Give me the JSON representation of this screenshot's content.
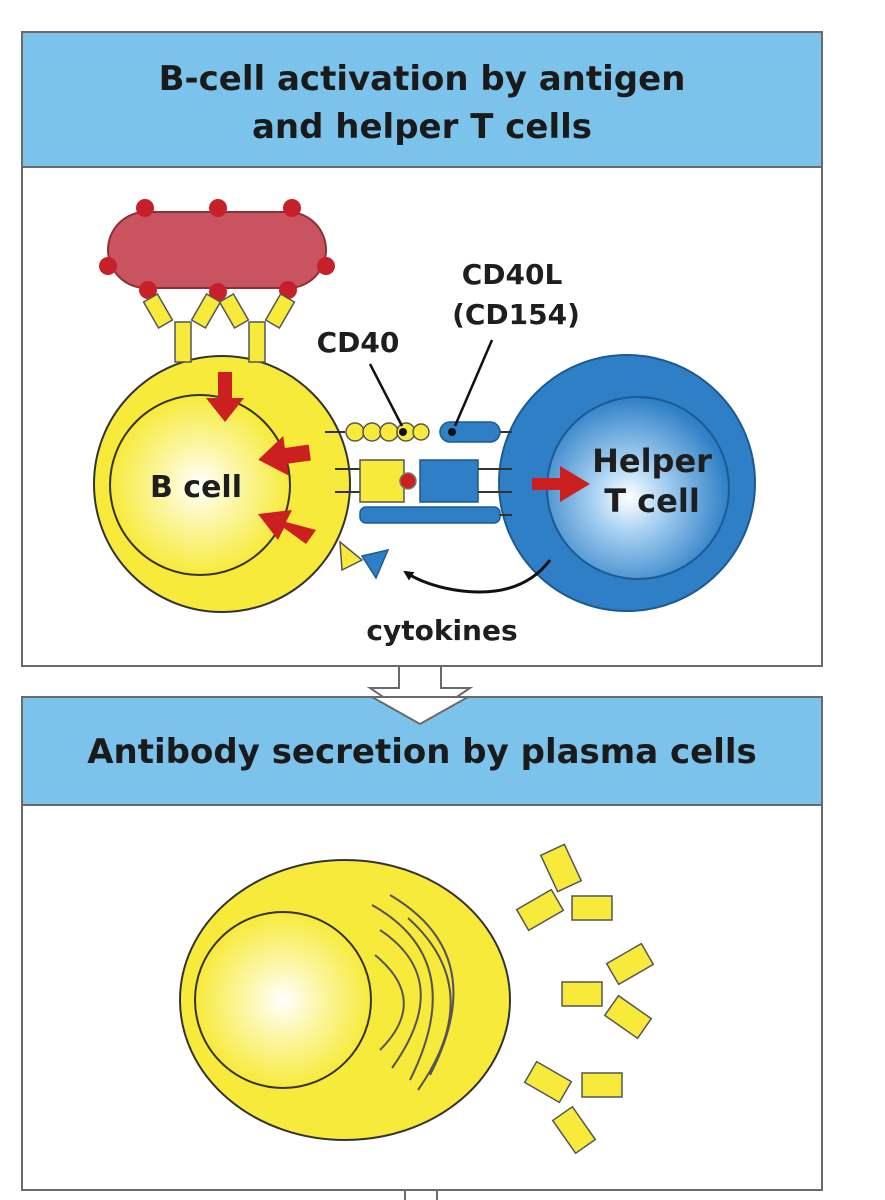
{
  "panel1": {
    "title_line1": "B-cell activation by antigen",
    "title_line2": "and helper T cells"
  },
  "panel2": {
    "title": "Antibody secretion by plasma cells"
  },
  "labels": {
    "cd40": "CD40",
    "cd40l_line1": "CD40L",
    "cd40l_line2": "(CD154)",
    "b_cell": "B cell",
    "helper_line1": "Helper",
    "helper_line2": "T cell",
    "cytokines": "cytokines"
  },
  "colors": {
    "header_blue": "#7cc3ec",
    "b_cell_yellow": "#f7ea3a",
    "t_cell_blue": "#2e7fc6",
    "antigen_red": "#c9545f",
    "arrow_red": "#cc1f1f",
    "outline": "#333333"
  }
}
